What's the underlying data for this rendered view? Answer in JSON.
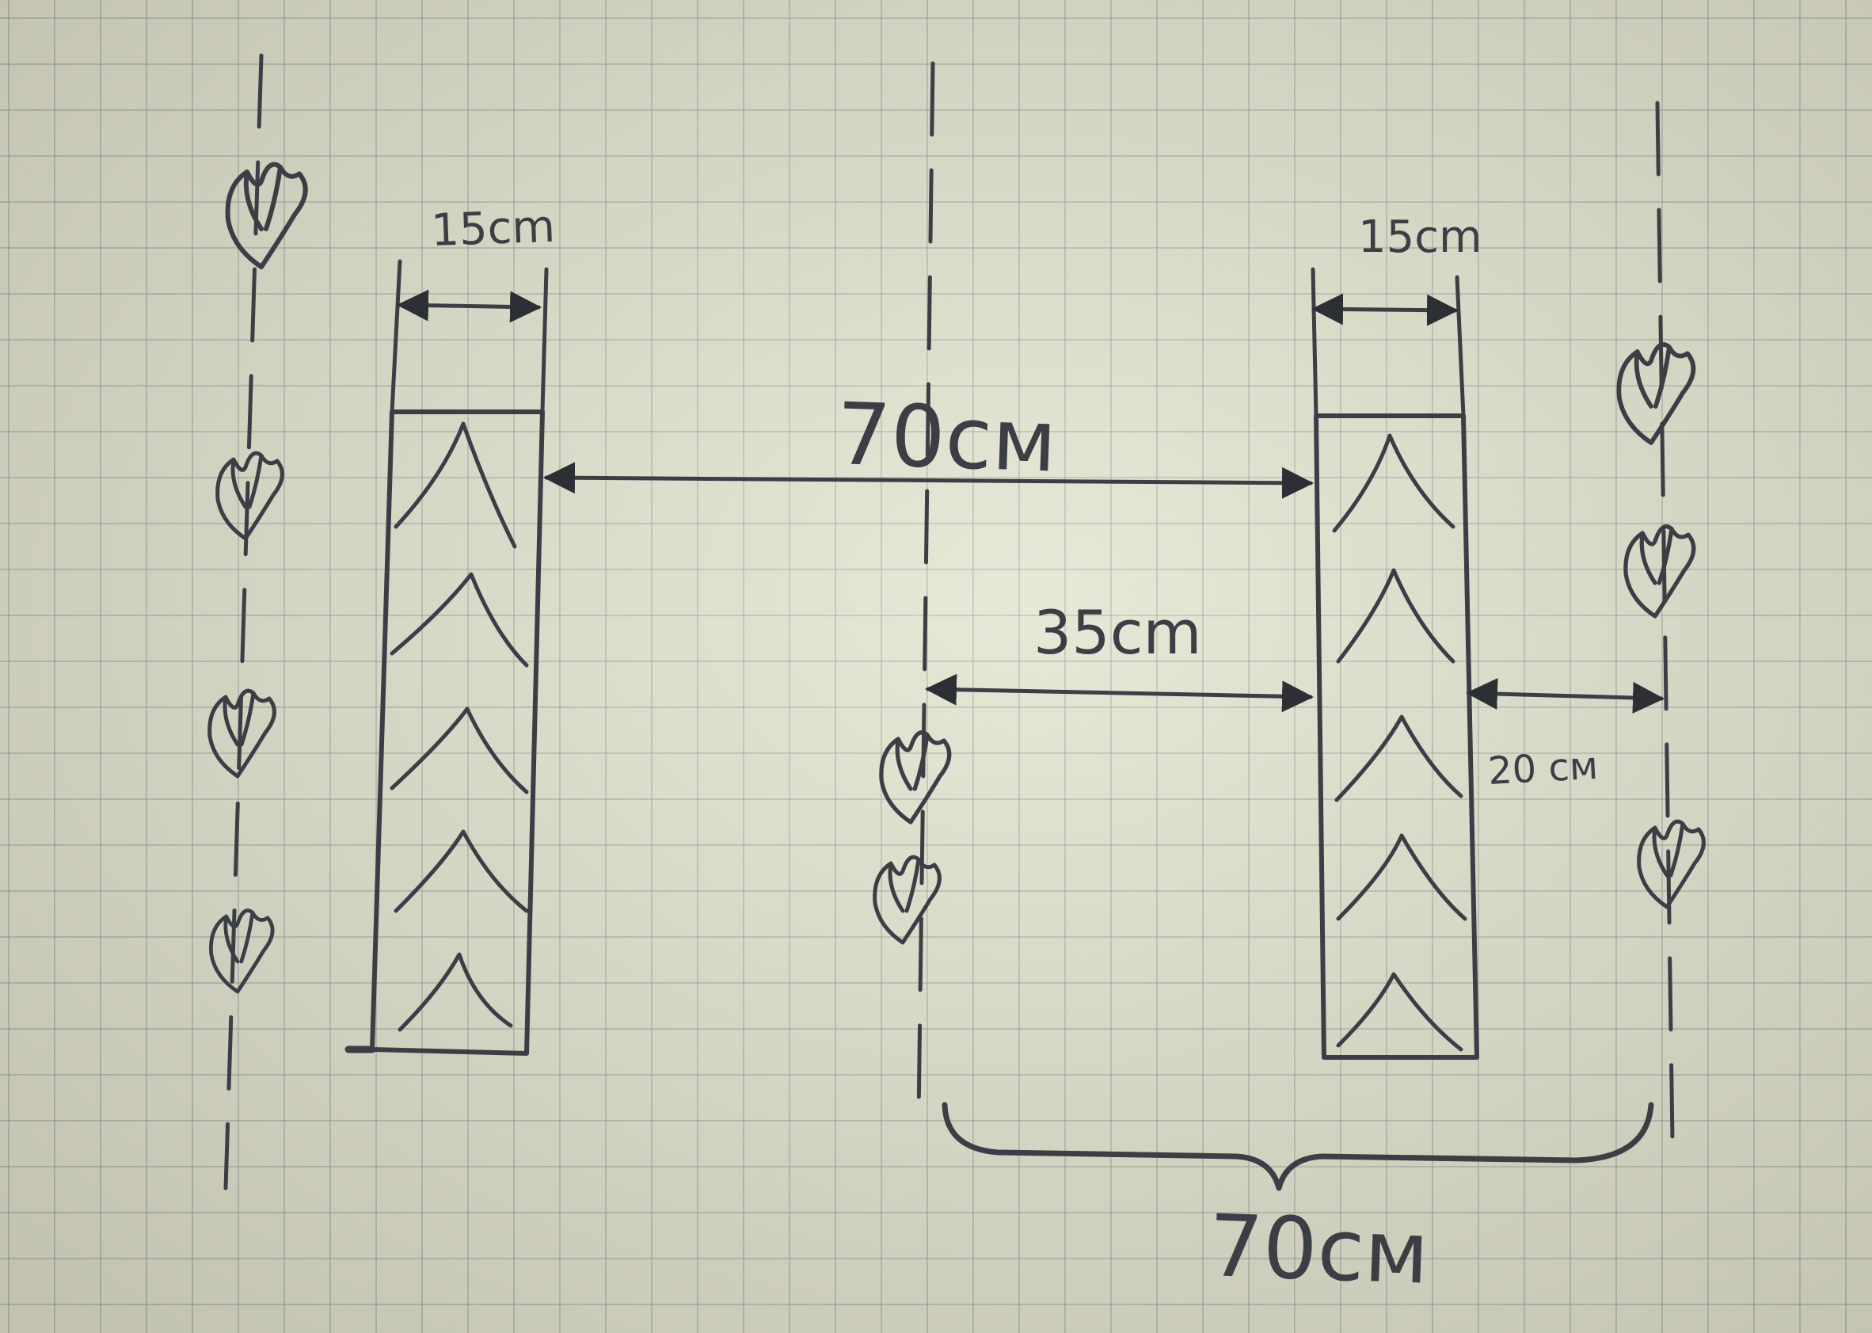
{
  "labels": {
    "left_bed_width": "15cm",
    "right_bed_width": "15cm",
    "distance_between_beds": "70см",
    "bed_to_center_row": "35cm",
    "bed_to_plant_row": "20 см",
    "bracket_span": "70см"
  },
  "colors": {
    "ink": "#3b3f45",
    "paper": "#dcdcca",
    "grid": "#788c82"
  },
  "icons": {
    "plant": "plant-icon",
    "chevron": "chevron-up-icon"
  }
}
